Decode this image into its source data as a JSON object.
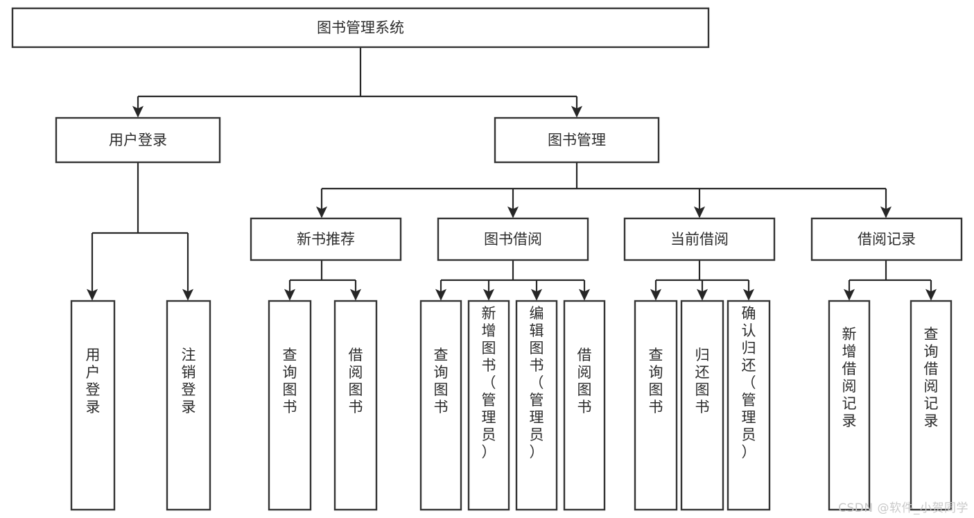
{
  "diagram": {
    "title": "图书管理系统",
    "watermark": "CSDN @软件_小贺同学",
    "theme": {
      "background": "#ffffff",
      "box_border": "#333333",
      "box_fill": "#ffffff",
      "text": "#2b2b2b",
      "edge": "#262626",
      "watermark": "#c9c9c9"
    },
    "levels": {
      "root": "图书管理系统",
      "level2": [
        "用户登录",
        "图书管理"
      ],
      "level3": [
        "新书推荐",
        "图书借阅",
        "当前借阅",
        "借阅记录"
      ]
    },
    "nodes": {
      "root": {
        "label": "图书管理系统"
      },
      "user_login": {
        "label": "用户登录"
      },
      "book_manage": {
        "label": "图书管理"
      },
      "new_book_rec": {
        "label": "新书推荐"
      },
      "book_borrow": {
        "label": "图书借阅"
      },
      "current_borrow": {
        "label": "当前借阅"
      },
      "borrow_record": {
        "label": "借阅记录"
      },
      "leaf_user_login": {
        "label": "用户登录"
      },
      "leaf_logout": {
        "label": "注销登录"
      },
      "leaf_query_book_a": {
        "label": "查询图书"
      },
      "leaf_borrow_book_a": {
        "label": "借阅图书"
      },
      "leaf_query_book_b": {
        "label": "查询图书"
      },
      "leaf_add_book": {
        "label": "新增图书（管理员）"
      },
      "leaf_edit_book": {
        "label": "编辑图书（管理员）"
      },
      "leaf_borrow_book_b": {
        "label": "借阅图书"
      },
      "leaf_query_book_c": {
        "label": "查询图书"
      },
      "leaf_return_book": {
        "label": "归还图书"
      },
      "leaf_confirm_return": {
        "label": "确认归还（管理员）"
      },
      "leaf_add_record": {
        "label": "新增借阅记录"
      },
      "leaf_query_record": {
        "label": "查询借阅记录"
      }
    }
  }
}
